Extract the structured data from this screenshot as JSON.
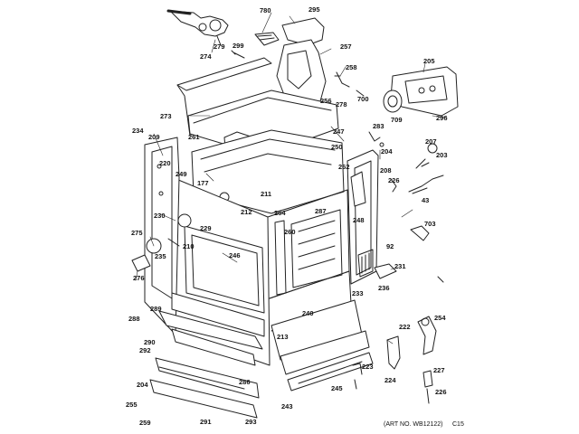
{
  "diagram": {
    "labels": [
      "780",
      "295",
      "274",
      "279",
      "299",
      "257",
      "258",
      "205",
      "700",
      "256",
      "278",
      "709",
      "296",
      "273",
      "234",
      "209",
      "261",
      "247",
      "250",
      "283",
      "204",
      "207",
      "203",
      "220",
      "249",
      "262",
      "208",
      "226",
      "177",
      "211",
      "212",
      "264",
      "287",
      "248",
      "43",
      "703",
      "230",
      "229",
      "275",
      "210",
      "260",
      "92",
      "246",
      "235",
      "276",
      "231",
      "236",
      "233",
      "289",
      "288",
      "240",
      "222",
      "254",
      "290",
      "292",
      "213",
      "204",
      "223",
      "227",
      "255",
      "259",
      "291",
      "286",
      "293",
      "243",
      "245",
      "224",
      "226"
    ],
    "footnote": "(ART NO. WB12122)",
    "footnote_code": "C15"
  }
}
